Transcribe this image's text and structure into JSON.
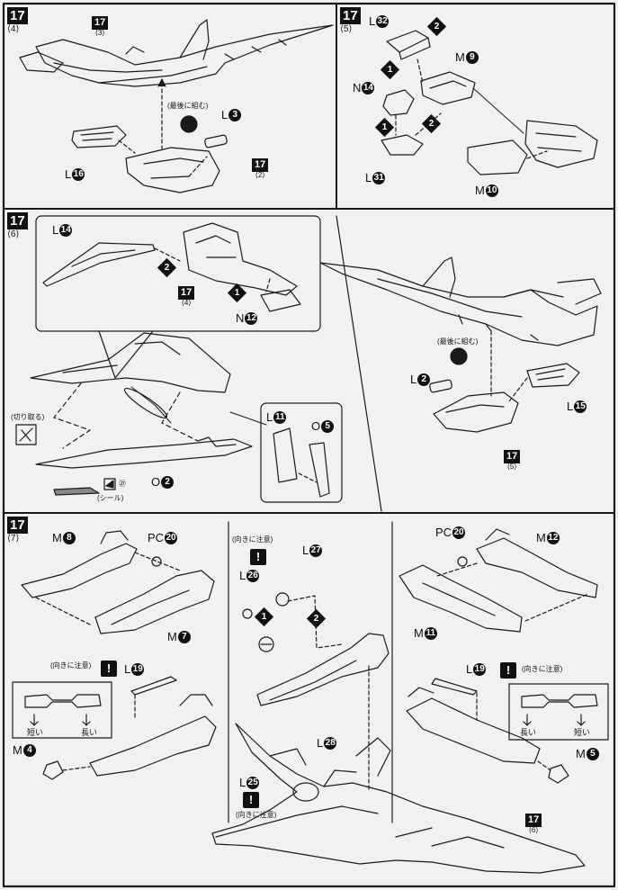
{
  "steps": {
    "s4": {
      "num": "17",
      "sub": "⟨4⟩"
    },
    "s5": {
      "num": "17",
      "sub": "⟨5⟩"
    },
    "s6": {
      "num": "17",
      "sub": "⟨6⟩"
    },
    "s7": {
      "num": "17",
      "sub": "⟨7⟩"
    }
  },
  "refs": {
    "r3": {
      "num": "17",
      "sub": "⟨3⟩"
    },
    "r2": {
      "num": "17",
      "sub": "⟨2⟩"
    },
    "r4": {
      "num": "17",
      "sub": "⟨4⟩"
    },
    "r5": {
      "num": "17",
      "sub": "⟨5⟩"
    },
    "r6": {
      "num": "17",
      "sub": "⟨6⟩"
    }
  },
  "parts": {
    "p4_L3": {
      "pfx": "L",
      "num": "3"
    },
    "p4_L16": {
      "pfx": "L",
      "num": "16"
    },
    "p5_L32": {
      "pfx": "L",
      "num": "32"
    },
    "p5_M9": {
      "pfx": "M",
      "num": "9"
    },
    "p5_N14": {
      "pfx": "N",
      "num": "14"
    },
    "p5_L31": {
      "pfx": "L",
      "num": "31"
    },
    "p5_M10": {
      "pfx": "M",
      "num": "10"
    },
    "p6_L14": {
      "pfx": "L",
      "num": "14"
    },
    "p6_N12": {
      "pfx": "N",
      "num": "12"
    },
    "p6_L11": {
      "pfx": "L",
      "num": "11"
    },
    "p6_O5": {
      "pfx": "O",
      "num": "5"
    },
    "p6_O2": {
      "pfx": "O",
      "num": "2"
    },
    "p6_L2": {
      "pfx": "L",
      "num": "2"
    },
    "p6_L15": {
      "pfx": "L",
      "num": "15"
    },
    "p7_M8": {
      "pfx": "M",
      "num": "8"
    },
    "p7_PC20a": {
      "pfx": "PC",
      "num": "20"
    },
    "p7_M7": {
      "pfx": "M",
      "num": "7"
    },
    "p7_L19a": {
      "pfx": "L",
      "num": "19"
    },
    "p7_M4": {
      "pfx": "M",
      "num": "4"
    },
    "p7_L27": {
      "pfx": "L",
      "num": "27"
    },
    "p7_L26": {
      "pfx": "L",
      "num": "26"
    },
    "p7_L28": {
      "pfx": "L",
      "num": "28"
    },
    "p7_L25": {
      "pfx": "L",
      "num": "25"
    },
    "p7_PC20b": {
      "pfx": "PC",
      "num": "20"
    },
    "p7_M12": {
      "pfx": "M",
      "num": "12"
    },
    "p7_M11": {
      "pfx": "M",
      "num": "11"
    },
    "p7_L19b": {
      "pfx": "L",
      "num": "19"
    },
    "p7_M5": {
      "pfx": "M",
      "num": "5"
    }
  },
  "sequence": [
    "2",
    "1",
    "2",
    "1",
    "2",
    "1",
    "1",
    "2"
  ],
  "notes": {
    "assemble_last_a": "(最後に組む)",
    "assemble_last_b": "(最後に組む)",
    "cut_off": "(切り取る)",
    "seal": "(シール)",
    "seal_num": "㉗",
    "attention_a": "(向きに注意)",
    "attention_b": "(向きに注意)",
    "attention_c": "(向きに注意)",
    "attention_d": "(向きに注意)",
    "short_a": "短い",
    "long_a": "長い",
    "long_b": "長い",
    "short_b": "短い"
  },
  "warning_mark": "!"
}
